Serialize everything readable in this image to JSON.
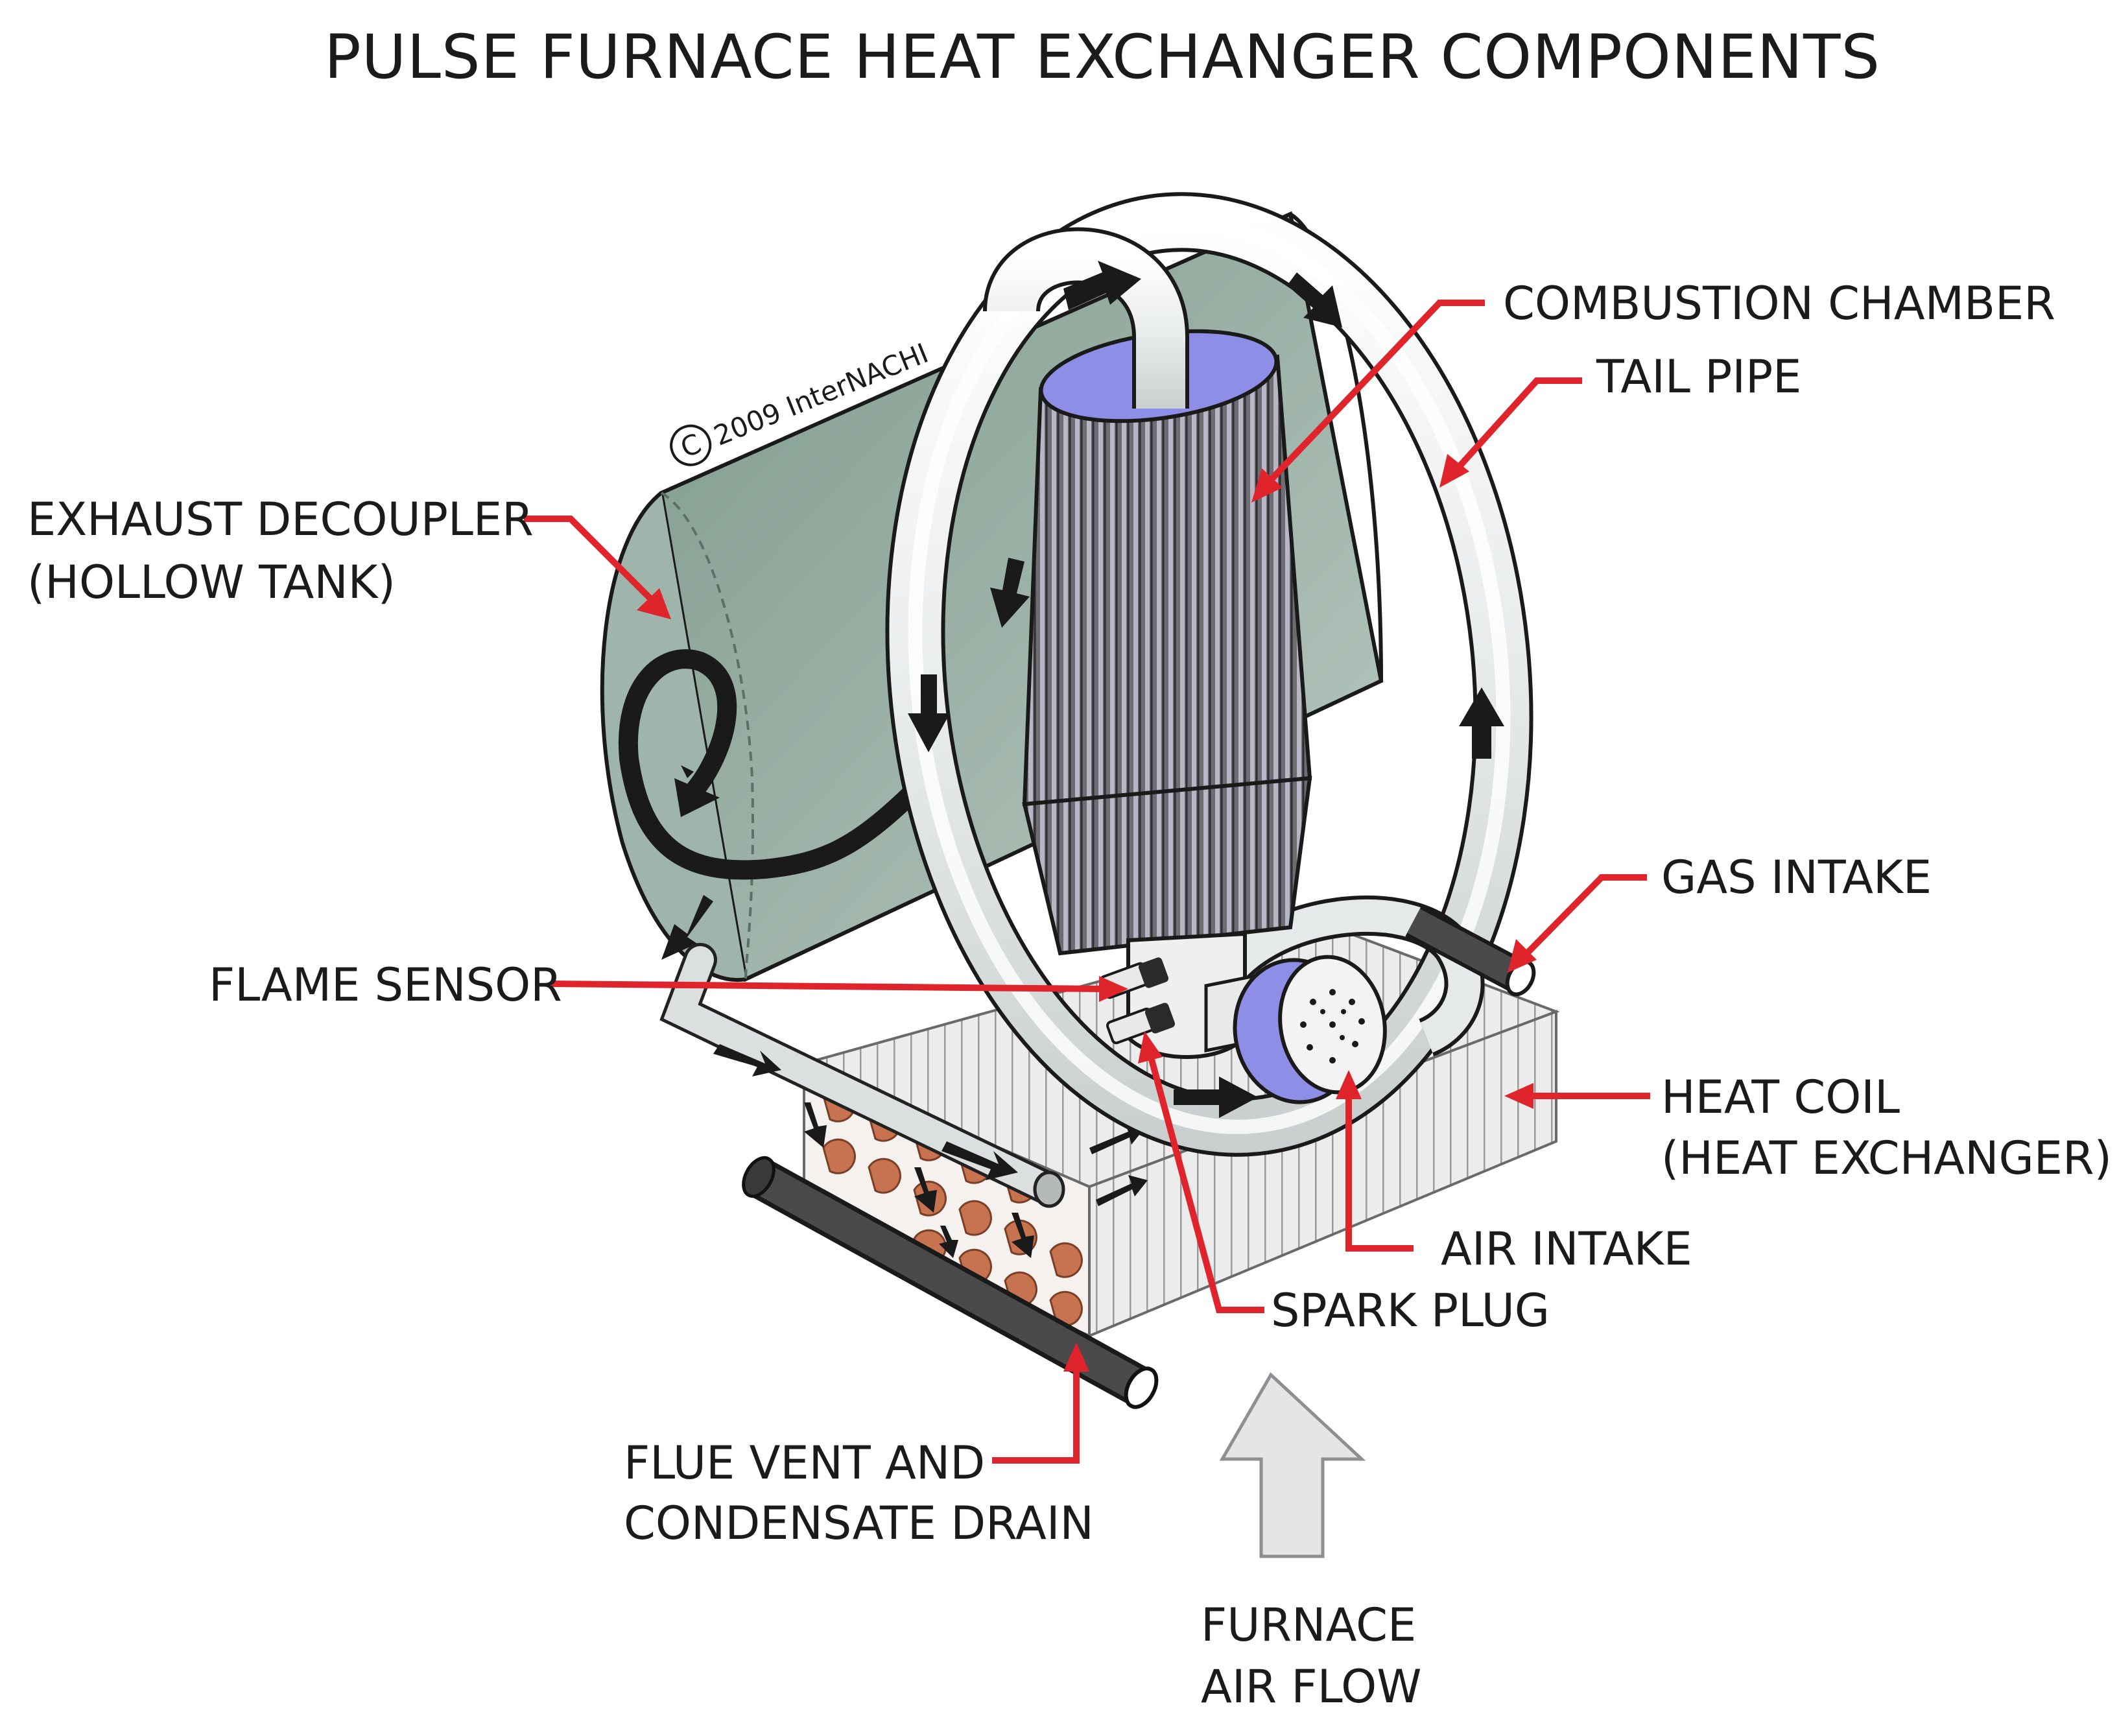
{
  "title": "PULSE FURNACE HEAT EXCHANGER COMPONENTS",
  "copyright": "2009  InterNACHI",
  "copyright_symbol": "C",
  "labels": {
    "combustion_chamber": "COMBUSTION CHAMBER",
    "tail_pipe": "TAIL PIPE",
    "exhaust_decoupler_line1": "EXHAUST DECOUPLER",
    "exhaust_decoupler_line2": "(HOLLOW TANK)",
    "gas_intake": "GAS INTAKE",
    "flame_sensor": "FLAME SENSOR",
    "heat_coil_line1": "HEAT COIL",
    "heat_coil_line2": "(HEAT EXCHANGER)",
    "air_intake": "AIR INTAKE",
    "spark_plug": "SPARK PLUG",
    "flue_vent_line1": "FLUE VENT AND",
    "flue_vent_line2": "CONDENSATE DRAIN",
    "furnace_air_flow_line1": "FURNACE",
    "furnace_air_flow_line2": "AIR FLOW"
  },
  "colors": {
    "leader": "#e0242b",
    "tank": "#8fa69a",
    "chamber_top": "#8f8ee6",
    "copper": "#c8734f"
  }
}
